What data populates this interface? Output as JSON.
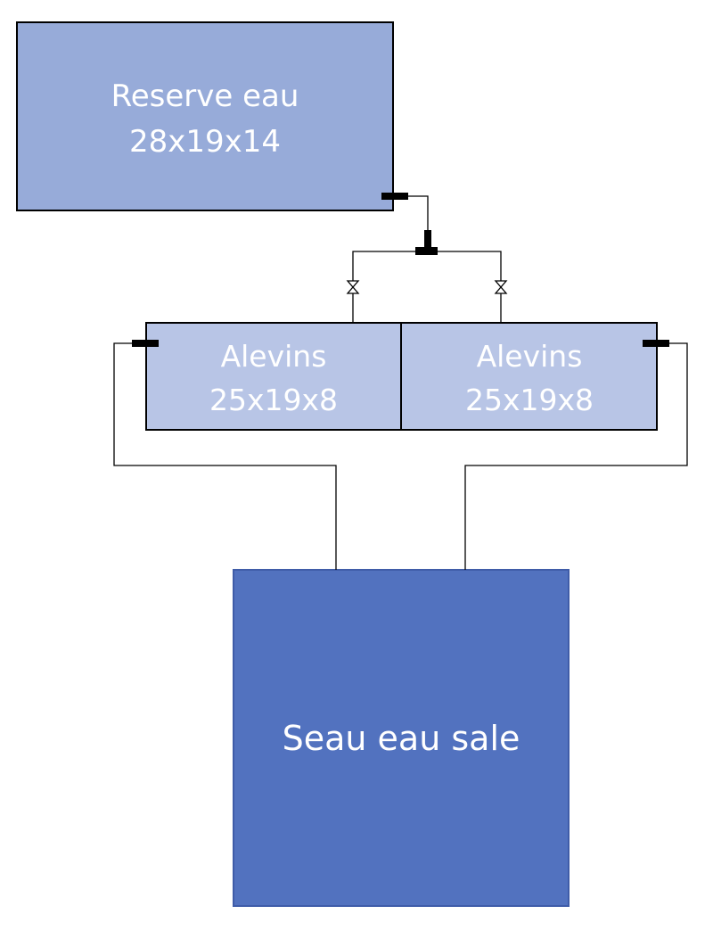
{
  "diagram": {
    "reserve": {
      "line1": "Reserve eau",
      "line2": "28x19x14",
      "fill": "#97abd9"
    },
    "alevins_left": {
      "line1": "Alevins",
      "line2": "25x19x8",
      "fill": "#b8c5e6"
    },
    "alevins_right": {
      "line1": "Alevins",
      "line2": "25x19x8",
      "fill": "#b8c5e6"
    },
    "seau": {
      "label": "Seau eau sale",
      "fill": "#5272bf",
      "border": "#3f5ca8"
    },
    "colors": {
      "outline": "#000000",
      "pipe": "#000000",
      "text": "#ffffff"
    }
  }
}
